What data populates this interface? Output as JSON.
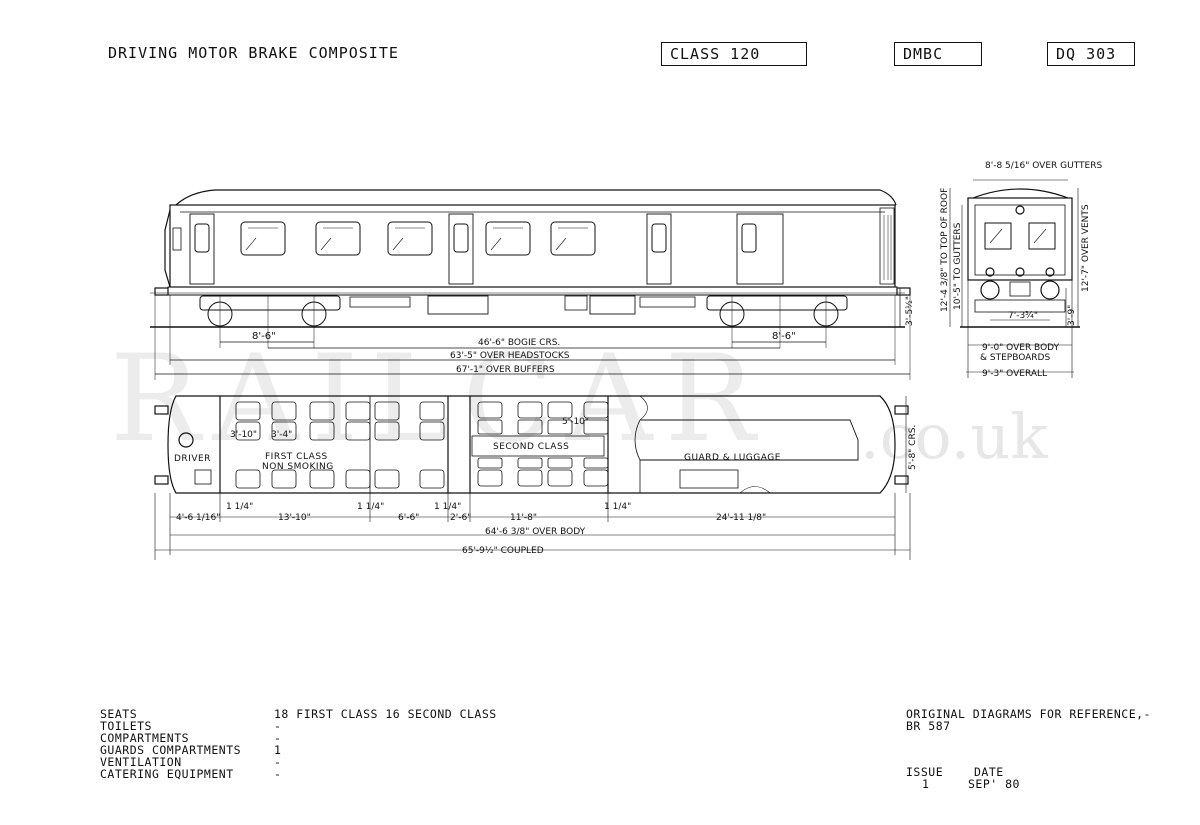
{
  "header": {
    "title": "DRIVING MOTOR BRAKE COMPOSITE",
    "class_label": "CLASS 120",
    "type_code": "DMBC",
    "diagram_no": "DQ 303"
  },
  "watermark": {
    "main": "RAILCAR",
    "suffix": ".co.uk"
  },
  "side_elevation": {
    "dims": {
      "bogie_wheelbase_left": "8'-6\"",
      "bogie_wheelbase_right": "8'-6\"",
      "bogie_centres": "46'-6\" BOGIE CRS.",
      "over_headstocks": "63'-5\" OVER HEADSTOCKS",
      "over_buffers": "67'-1\" OVER BUFFERS",
      "buffer_height": "3'-5½\""
    }
  },
  "end_elevation": {
    "dims": {
      "over_gutters": "8'-8 5/16\" OVER GUTTERS",
      "to_top_of_roof": "12'-4 3/8\" TO TOP OF ROOF",
      "to_gutters": "10'-5\" TO GUTTERS",
      "over_vents": "12'-7\" OVER VENTS",
      "step_height": "3'-9\"",
      "wheel_gauge": "7'-3¾\"",
      "over_body_steps": "9'-0\" OVER BODY",
      "over_body_steps_2": "& STEPBOARDS",
      "overall": "9'-3\" OVERALL"
    }
  },
  "plan": {
    "labels": {
      "driver": "DRIVER",
      "first_class": "FIRST CLASS",
      "non_smoking": "NON SMOKING",
      "second_class": "SECOND CLASS",
      "guard": "GUARD & LUGGAGE"
    },
    "dims": {
      "seat_pitch_a": "3'-10\"",
      "seat_pitch_b": "3'-4\"",
      "seat_pitch_c": "5'-10\"",
      "cab": "4'-6 1/16\"",
      "first_len": "13'-10\"",
      "part_a": "1 1/4\"",
      "part_b": "1 1/4\"",
      "part_c": "1 1/4\"",
      "part_d": "1 1/4\"",
      "vest": "6'-6\"",
      "door": "2'-6\"",
      "second_len": "11'-8\"",
      "guard_len": "24'-11 1/8\"",
      "over_body": "64'-6 3/8\" OVER BODY",
      "coupled": "65'-9½\" COUPLED",
      "width": "5'-8\" CRS."
    }
  },
  "specs": {
    "rows": [
      {
        "label": "SEATS",
        "value": "18 FIRST CLASS 16 SECOND CLASS"
      },
      {
        "label": "TOILETS",
        "value": "-"
      },
      {
        "label": "COMPARTMENTS",
        "value": "-"
      },
      {
        "label": "GUARDS COMPARTMENTS",
        "value": "1"
      },
      {
        "label": "VENTILATION",
        "value": "-"
      },
      {
        "label": "CATERING EQUIPMENT",
        "value": "-"
      }
    ],
    "reference_title": "ORIGINAL DIAGRAMS FOR REFERENCE,-",
    "reference_value": "BR 587",
    "issue_label": "ISSUE",
    "issue_value": "1",
    "date_label": "DATE",
    "date_value": "SEP' 80"
  }
}
